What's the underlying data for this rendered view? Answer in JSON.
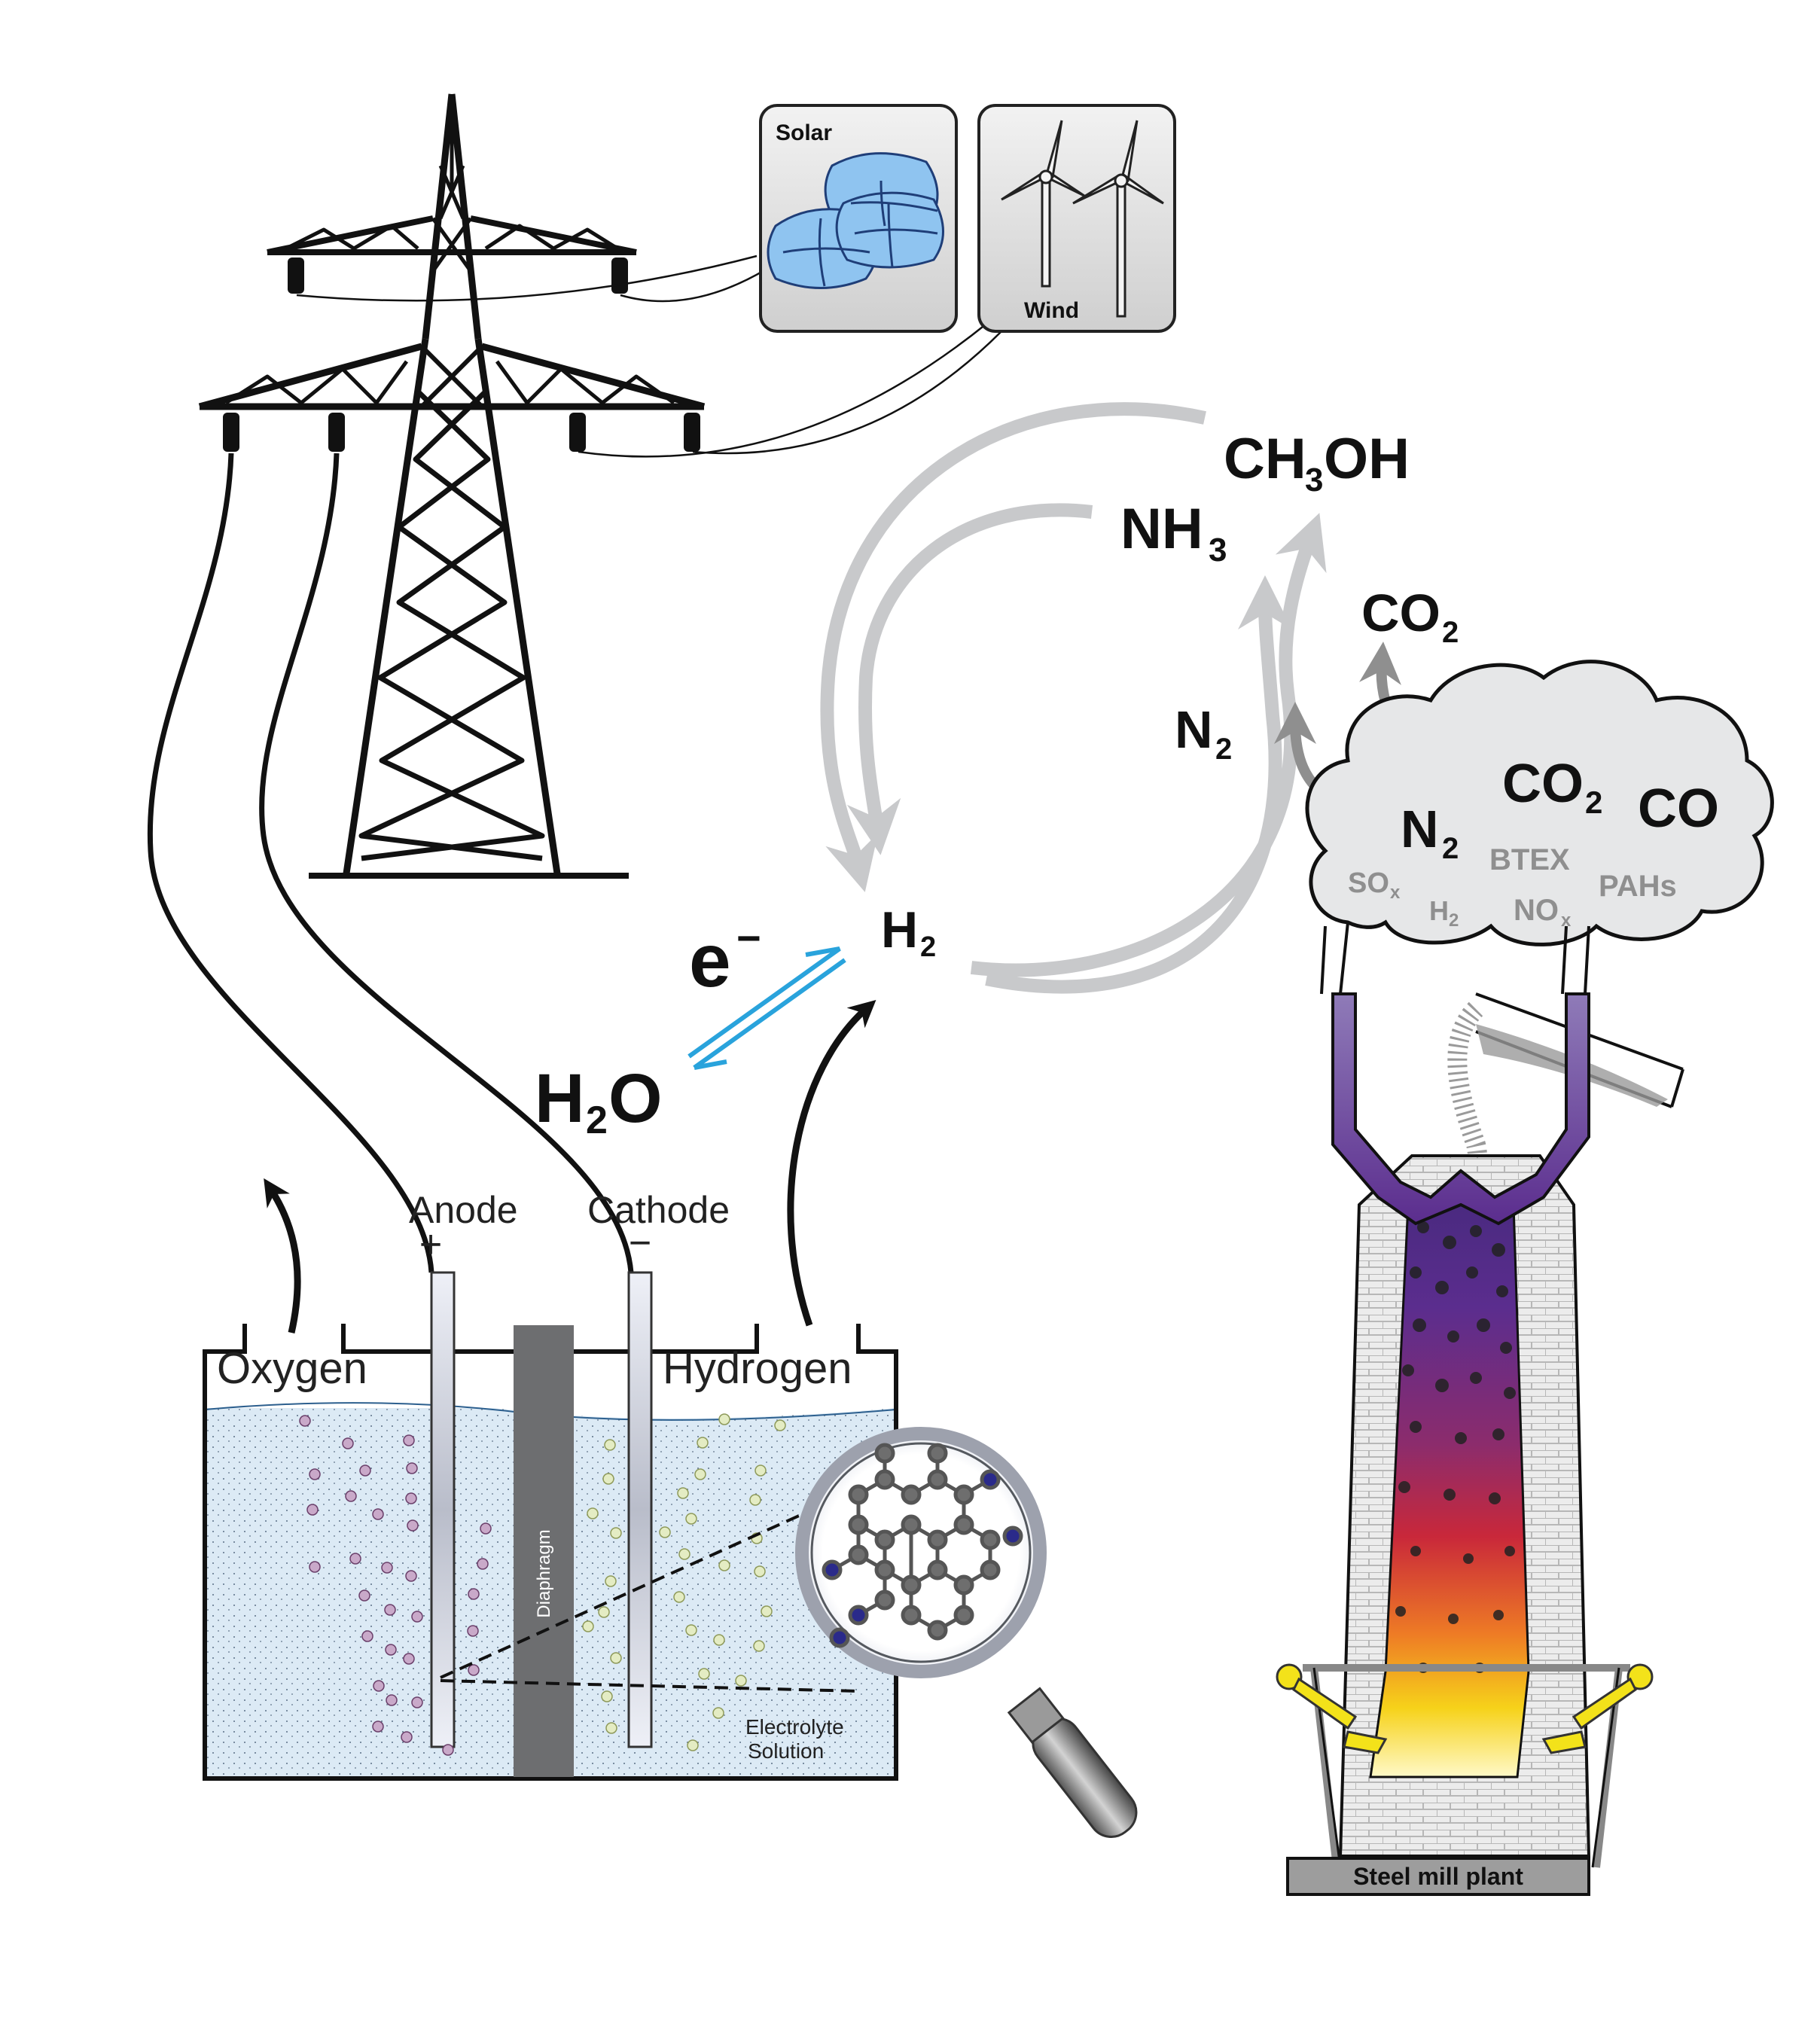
{
  "energy_sources": {
    "solar_label": "Solar",
    "wind_label": "Wind"
  },
  "electrolyzer": {
    "anode_label": "Anode",
    "anode_sign": "+",
    "cathode_label": "Cathode",
    "cathode_sign": "−",
    "oxygen_label": "Oxygen",
    "hydrogen_label": "Hydrogen",
    "diaphragm_label": "Diaphragm",
    "electrolyte_line1": "Electrolyte",
    "electrolyte_line2": "Solution"
  },
  "reaction": {
    "electron": "e",
    "electron_sup": "−",
    "water": "H",
    "water_sub": "2",
    "water_tail": "O",
    "h2": "H",
    "h2_sub": "2"
  },
  "products": {
    "methanol_a": "CH",
    "methanol_sub": "3",
    "methanol_b": "OH",
    "ammonia": "NH",
    "ammonia_sub": "3",
    "co2": "CO",
    "co2_sub": "2",
    "n2": "N",
    "n2_sub": "2"
  },
  "flue_gas": {
    "co2": "CO",
    "co2_sub": "2",
    "co": "CO",
    "n2": "N",
    "n2_sub": "2",
    "btex": "BTEX",
    "sox": "SO",
    "sox_sub": "x",
    "h2": "H",
    "h2_sub": "2",
    "nox": "NO",
    "nox_sub": "x",
    "pahs": "PAHs"
  },
  "steel_mill": {
    "label": "Steel mill plant"
  },
  "colors": {
    "accent_arrow": "#29a3dc",
    "cycle_arrow": "#c8c9cb",
    "electrolyte": "#dceaf5",
    "oxygen_bubble": "#c9a9c9",
    "hydrogen_bubble": "#e4ecc3",
    "diaphragm": "#6d6e70",
    "furnace_top": "#5b2d8e",
    "furnace_mid": "#c0283a",
    "furnace_bottom": "#f6d21a"
  }
}
